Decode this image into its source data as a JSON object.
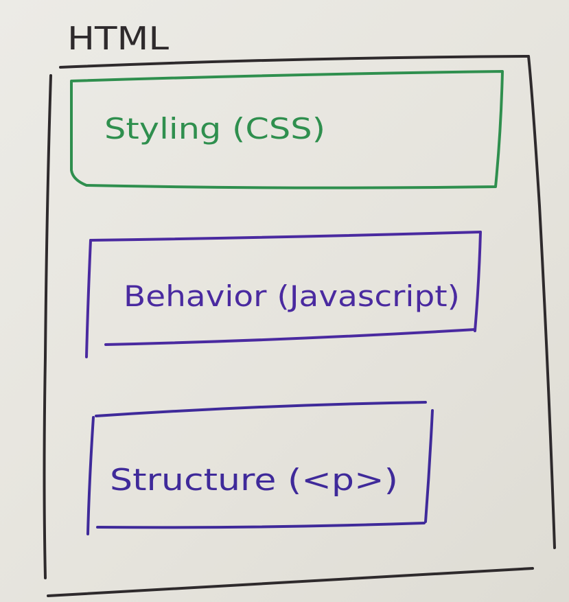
{
  "outer_box": {
    "title": "HTML",
    "ink_color": "#2e2a2c"
  },
  "boxes": [
    {
      "label": "Styling (CSS)",
      "ink_color": "#2f8f4e"
    },
    {
      "label": "Behavior (Javascript)",
      "ink_color": "#4a2aa0"
    },
    {
      "label": "Structure (<p>)",
      "ink_color": "#3f2a9a"
    }
  ]
}
